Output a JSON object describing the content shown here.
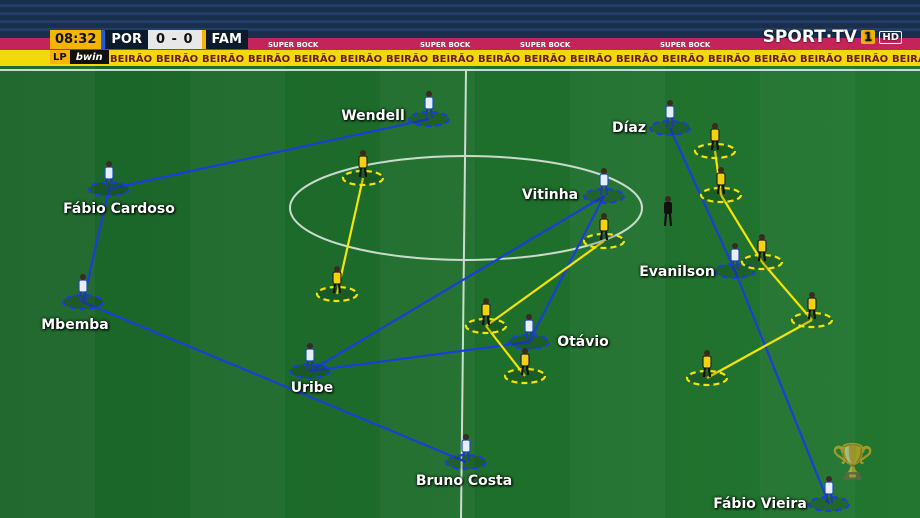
{
  "scoreboard": {
    "clock": "08:32",
    "home": "POR",
    "score": "0 - 0",
    "away": "FAM",
    "home_color": "#1e5bd6",
    "away_color": "#f5b400"
  },
  "sponsor": {
    "badge": "LP",
    "name": "bwin"
  },
  "broadcaster": {
    "name": "SPORT·TV",
    "channel": "1",
    "quality": "HD"
  },
  "ads": {
    "top_banner": "SUPER BOCK",
    "board_text": "BEIRÃO"
  },
  "colors": {
    "home_line": "#1a3fd8",
    "away_line": "#f7e400",
    "pitch": "#1d6a2c"
  },
  "players": {
    "wendell": "Wendell",
    "fabio_cardoso": "Fábio Cardoso",
    "mbemba": "Mbemba",
    "uribe": "Uribe",
    "bruno_costa": "Bruno Costa",
    "vitinha": "Vitinha",
    "otavio": "Otávio",
    "diaz": "Díaz",
    "evanilson": "Evanilson",
    "fabio_vieira": "Fábio Vieira"
  },
  "icons": {
    "trophy": "trophy-icon"
  }
}
